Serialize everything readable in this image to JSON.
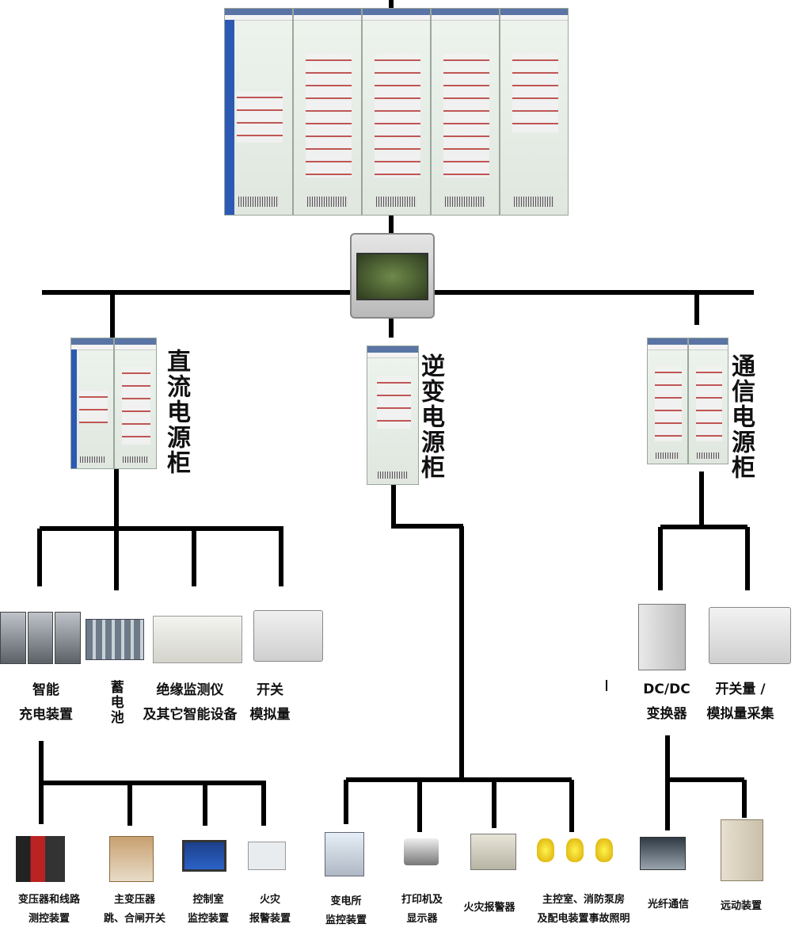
{
  "cabinet_labels": {
    "dc": "直流电源柜",
    "inverter": "逆变电源柜",
    "comm": "通信电源柜"
  },
  "dc_devices": [
    {
      "line1": "智能",
      "line2": "充电装置"
    },
    {
      "vertical": "蓄电池"
    },
    {
      "line1": "绝缘监测仪",
      "line2": "及其它智能设备"
    },
    {
      "line1": "开关",
      "line2": "模拟量"
    }
  ],
  "comm_devices": [
    {
      "line1": "DC/DC",
      "line2": "变换器"
    },
    {
      "line1": "开关量 /",
      "line2": "模拟量采集"
    }
  ],
  "bottom_devices": [
    {
      "line1": "变压器和线路",
      "line2": "测控装置"
    },
    {
      "line1": "主变压器",
      "line2": "跳、合闸开关"
    },
    {
      "line1": "控制室",
      "line2": "监控装置"
    },
    {
      "line1": "火灾",
      "line2": "报警装置"
    },
    {
      "line1": "变电所",
      "line2": "监控装置"
    },
    {
      "line1": "打印机及",
      "line2": "显示器"
    },
    {
      "line1": "火灾报警器",
      "line2": ""
    },
    {
      "line1": "主控室、消防泵房",
      "line2": "及配电装置事故照明"
    },
    {
      "line1": "光纤通信",
      "line2": ""
    },
    {
      "line1": "远动装置",
      "line2": ""
    }
  ]
}
